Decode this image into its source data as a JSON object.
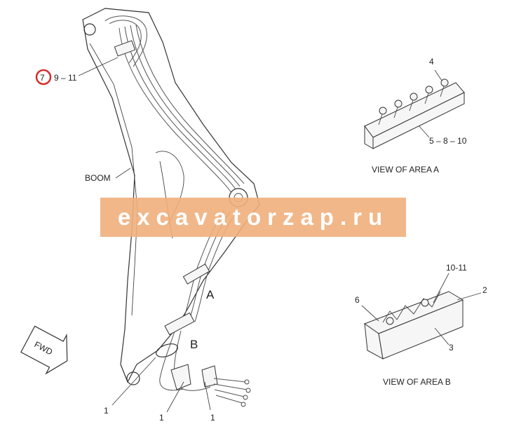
{
  "callouts": {
    "item_7": "7",
    "item_9_11": "9 – 11",
    "boom": "BOOM",
    "area_a": "A",
    "area_b": "B",
    "item_1": "1",
    "fwd": "FWD"
  },
  "view_a": {
    "item_4": "4",
    "item_5_8_10": "5 – 8 – 10",
    "caption": "VIEW OF AREA  A"
  },
  "view_b": {
    "item_10_11": "10-11",
    "item_2": "2",
    "item_6": "6",
    "item_3": "3",
    "caption": "VIEW OF AREA  B"
  },
  "watermark": "excavatorzap.ru",
  "colors": {
    "highlight_circle": "#d32f2f",
    "watermark_band": "#f0b07d"
  }
}
